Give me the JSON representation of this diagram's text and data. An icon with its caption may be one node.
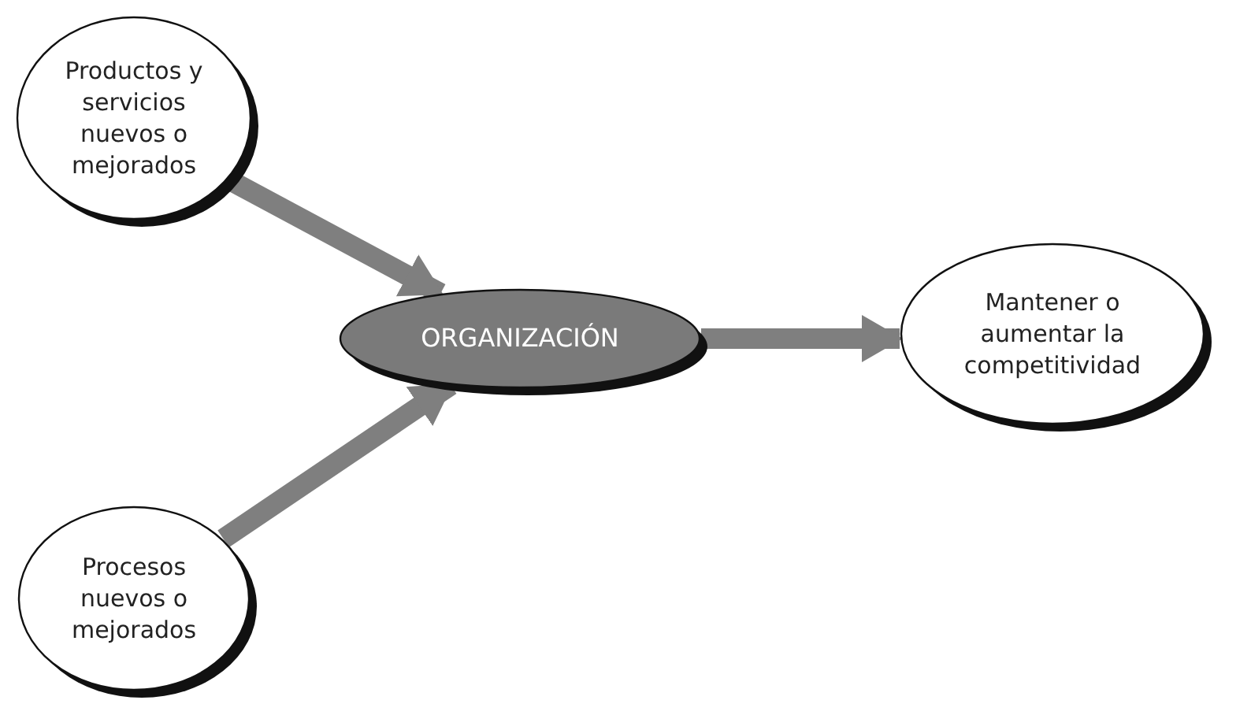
{
  "diagram": {
    "nodes": [
      {
        "text": [
          "Productos y servicios nuevos o mejorados"
        ]
      },
      {
        "text": [
          "ORGANIZACIÓN"
        ]
      },
      {
        "text": [
          "Mantener o aumentar la competitividad"
        ]
      },
      {
        "text": [
          "Procesos nuevos o mejorados"
        ]
      }
    ],
    "edges": [
      {
        "from": 0,
        "to": 1,
        "arrow": "to"
      },
      {
        "from": 3,
        "to": 1,
        "arrow": "to"
      },
      {
        "from": 1,
        "to": 2,
        "arrow": "to"
      }
    ]
  }
}
